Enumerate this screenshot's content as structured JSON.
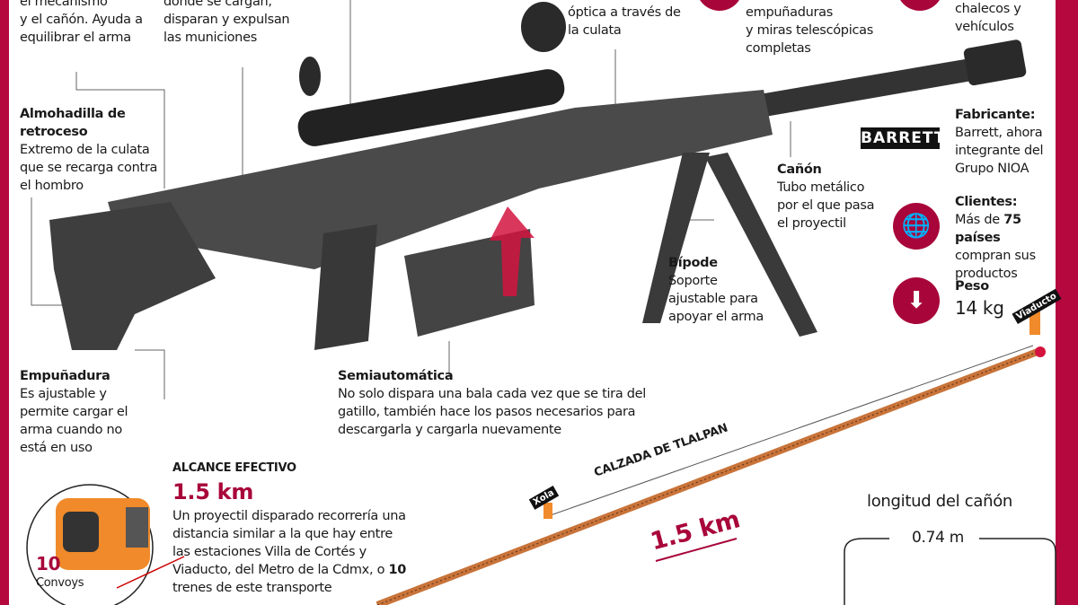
{
  "top_left_1": {
    "lines": [
      "el mecanismo",
      "y el cañón. Ayuda a",
      "equilibrar el arma"
    ]
  },
  "top_left_2": {
    "lines": [
      "donde se cargan,",
      "disparan y expulsan",
      "las municiones"
    ]
  },
  "top_mid": {
    "lines": [
      "óptica a través de",
      "la culata"
    ]
  },
  "top_mid2": {
    "lines": [
      "empuñaduras",
      "y miras telescópicas",
      "completas"
    ]
  },
  "top_right": {
    "lines": [
      "chalecos y",
      "vehículos"
    ]
  },
  "almohadilla": {
    "title": "Almohadilla de retroceso",
    "body": "Extremo de la culata que se recarga contra el hombro"
  },
  "empunadura": {
    "title": "Empuñadura",
    "body": "Es ajustable y permite cargar el arma cuando no está en uso"
  },
  "semiauto": {
    "title": "Semiautomática",
    "body": "No solo dispara una bala cada vez que se tira del gatillo, también hace los pasos necesarios para descargarla y cargarla nuevamente"
  },
  "bipode": {
    "title": "Bípode",
    "body": "Soporte ajustable para apoyar el arma"
  },
  "canon": {
    "title": "Cañón",
    "body": "Tubo metálico por el que pasa el proyectil"
  },
  "fabricante": {
    "logo": "BARRETT",
    "title": "Fabricante:",
    "body": "Barrett, ahora integrante del Grupo NIOA"
  },
  "clientes": {
    "title": "Clientes:",
    "pre": "Más de ",
    "bold": "75 países",
    "post": " compran sus productos"
  },
  "peso": {
    "title": "Peso",
    "value": "14 kg"
  },
  "alcance": {
    "title": "ALCANCE EFECTIVO",
    "value": "1.5 km",
    "body_a": "Un proyectil disparado recorrería una distancia similar a la que hay entre las estaciones Villa de Cortés y Viaducto, del Metro de la Cdmx, o ",
    "body_bold": "10",
    "body_b": " trenes de este transporte"
  },
  "convoys": {
    "count": "10",
    "label": "Convoys"
  },
  "map": {
    "road": "CALZADA DE TLALPAN",
    "station_a": "Xola",
    "station_b": "Viaducto",
    "distance": "1.5 km"
  },
  "barrel": {
    "title": "longitud del cañón",
    "value": "0.74 m"
  },
  "colors": {
    "accent": "#a8063a"
  }
}
